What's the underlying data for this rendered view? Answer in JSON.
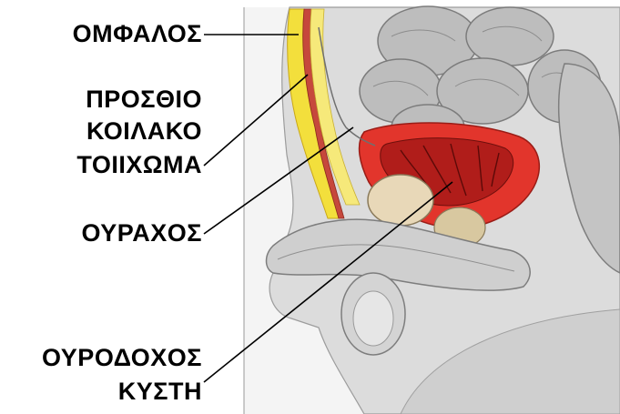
{
  "labels": {
    "omfalos": "ΟΜΦΑΛΟΣ",
    "prosthio_line1": "ΠΡΟΣΘΙΟ",
    "prosthio_line2": "ΚΟΙΛΑΚΟ",
    "prosthio_line3": "ΤΟΙΙΧΩΜΑ",
    "ouraxos": "ΟΥΡΑΧΟΣ",
    "kysti_line1": "ΟΥΡΟΔΟΧΟΣ",
    "kysti_line2": "ΚΥΣΤΗ"
  },
  "colors": {
    "skin": "#d9d9d9",
    "fat": "#f5e24a",
    "bladder": "#e0302a",
    "bladder_inner": "#c81e1e",
    "muscle": "#9a9a9a",
    "organ_gray": "#b9b9b9",
    "line": "#000000"
  }
}
